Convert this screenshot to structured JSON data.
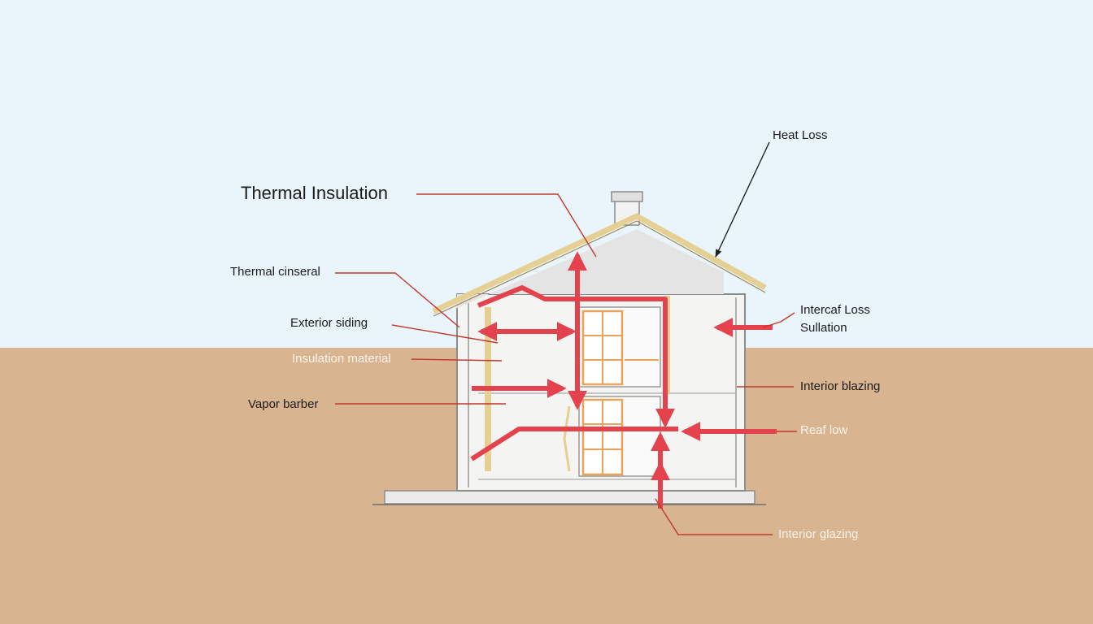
{
  "title": "Thermal Insulation",
  "colors": {
    "sky": "#e9f5fb",
    "ground": "#d8b490",
    "arrow": "#e4424d",
    "wood": "#e6cf93",
    "wall": "#f4f4f2",
    "outline": "#8c8c8c"
  },
  "labels": {
    "heat_loss": "Heat Loss",
    "thermal_cinseral": "Thermal cinseral",
    "exterior_siding": "Exterior siding",
    "insulation_material": "Insulation material",
    "vapor_barber": "Vapor barber",
    "intercaf_loss": "Intercaf Loss",
    "sullation": "Sullation",
    "interior_blazing": "Interior blazing",
    "reaf_low": "Reaf low",
    "interior_glazing": "Interior glazing"
  }
}
